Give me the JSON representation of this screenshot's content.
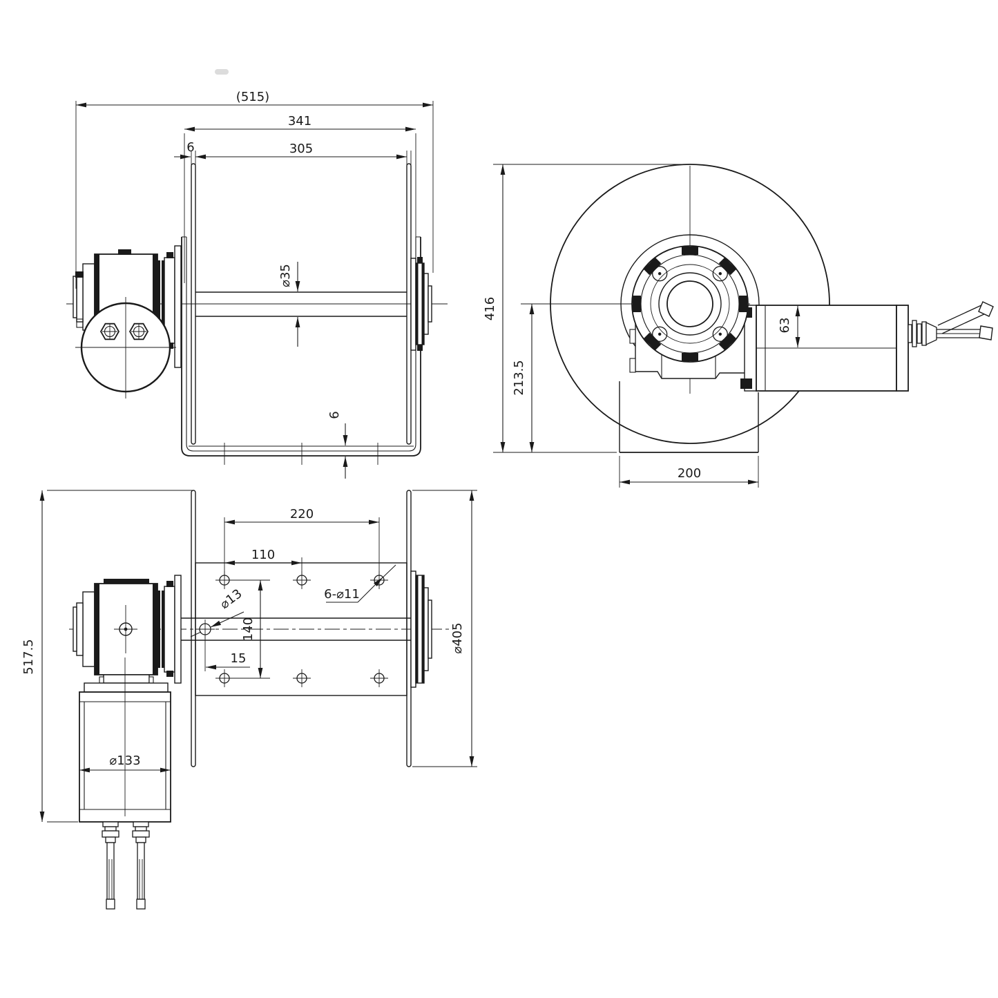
{
  "drawing": {
    "background": "#ffffff",
    "ink": "#1a1a1a",
    "front_view": {
      "dim_overall_width": "(515)",
      "dim_frame_width": "341",
      "dim_drum_width": "305",
      "dim_flange_thickness": "6",
      "dim_shaft_diameter": "⌀35",
      "dim_bracket_thickness": "6"
    },
    "side_view": {
      "dim_total_height": "416",
      "dim_axis_height": "213.5",
      "dim_motor_offset": "63",
      "dim_base_width": "200"
    },
    "bottom_view": {
      "dim_total_depth": "517.5",
      "dim_hole_span": "220",
      "dim_hole_pitch": "110",
      "dim_mount_holes": "6-⌀11",
      "dim_hose_hole": "⌀13",
      "dim_row_spacing": "140",
      "dim_hole_offset": "15",
      "dim_motor_diameter": "⌀133",
      "dim_flange_diameter": "⌀405"
    }
  }
}
